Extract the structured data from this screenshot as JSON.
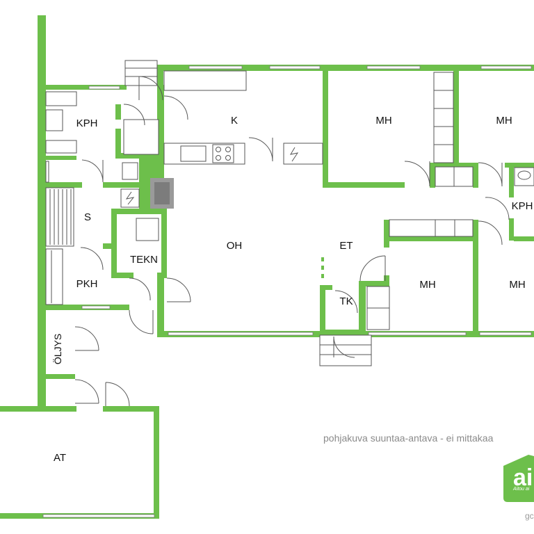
{
  "rooms": {
    "kitchen": "K",
    "bedroom_1": "MH",
    "bedroom_2": "MH",
    "bedroom_3": "MH",
    "bedroom_4": "MH",
    "bathroom_1": "KPH",
    "bathroom_2": "KPH",
    "sauna": "S",
    "living_room": "OH",
    "hallway": "ET",
    "technical_room": "TEKN",
    "utility_room": "PKH",
    "closet": "TK",
    "oil_room": "ÖLJYS",
    "garage": "AT"
  },
  "note": "pohjakuva suuntaa-antava - ei mittakaa",
  "brand": {
    "logo_text": "ai",
    "logo_tagline": "Aitou ai",
    "footer": "gc",
    "color": "#6dbf4b"
  }
}
